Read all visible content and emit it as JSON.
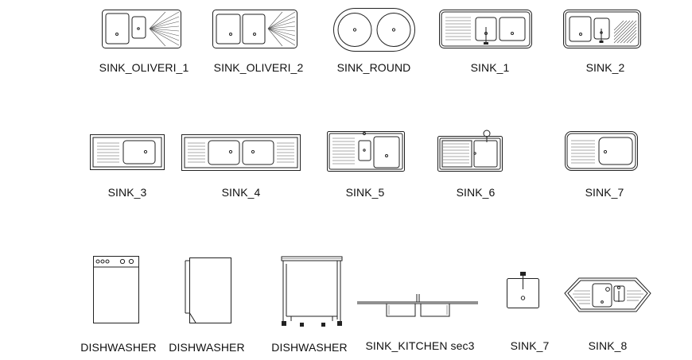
{
  "blocks": [
    {
      "id": "sink_oliveri_1",
      "label": "SINK_OLIVERI_1"
    },
    {
      "id": "sink_oliveri_2",
      "label": "SINK_OLIVERI_2"
    },
    {
      "id": "sink_round",
      "label": "SINK_ROUND"
    },
    {
      "id": "sink_1",
      "label": "SINK_1"
    },
    {
      "id": "sink_2",
      "label": "SINK_2"
    },
    {
      "id": "sink_3",
      "label": "SINK_3"
    },
    {
      "id": "sink_4",
      "label": "SINK_4"
    },
    {
      "id": "sink_5",
      "label": "SINK_5"
    },
    {
      "id": "sink_6",
      "label": "SINK_6"
    },
    {
      "id": "sink_7a",
      "label": "SINK_7"
    },
    {
      "id": "dishwasher_1",
      "label": "DISHWASHER"
    },
    {
      "id": "dishwasher_2",
      "label": "DISHWASHER"
    },
    {
      "id": "dishwasher_3",
      "label": "DISHWASHER"
    },
    {
      "id": "sink_kitchen_sec3",
      "label": "SINK_KITCHEN sec3"
    },
    {
      "id": "sink_7b",
      "label": "SINK_7"
    },
    {
      "id": "sink_8",
      "label": "SINK_8"
    }
  ]
}
